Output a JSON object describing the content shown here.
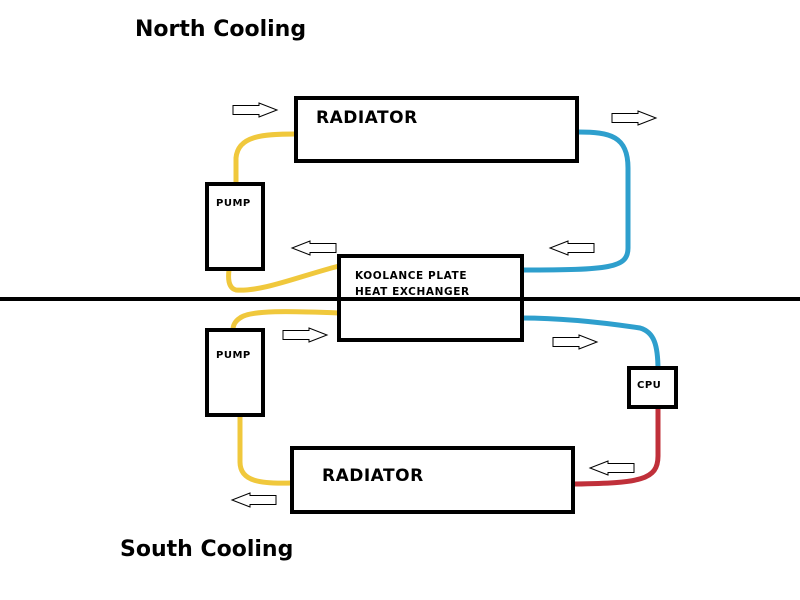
{
  "diagram": {
    "type": "water-cooling-loop-schematic",
    "north": {
      "title": "North Cooling",
      "radiator_label": "RADIATOR",
      "pump_label": "PUMP"
    },
    "south": {
      "title": "South Cooling",
      "radiator_label": "RADIATOR",
      "pump_label": "PUMP",
      "cpu_label": "CPU"
    },
    "heat_exchanger": {
      "line1": "KOOLANCE PLATE",
      "line2": "HEAT EXCHANGER"
    },
    "colors": {
      "pipe_warm": "#f0c83c",
      "pipe_cool": "#2e9fcd",
      "pipe_hot": "#c0303a",
      "outline": "#000000",
      "background": "#ffffff"
    },
    "flow_arrows": [
      {
        "id": "north-top-left",
        "direction": "right"
      },
      {
        "id": "north-top-right",
        "direction": "right"
      },
      {
        "id": "north-mid-right",
        "direction": "left"
      },
      {
        "id": "north-mid-left",
        "direction": "left"
      },
      {
        "id": "south-upper-left",
        "direction": "right"
      },
      {
        "id": "south-upper-right",
        "direction": "right"
      },
      {
        "id": "south-lower-right",
        "direction": "left"
      },
      {
        "id": "south-lower-left",
        "direction": "left"
      }
    ]
  }
}
